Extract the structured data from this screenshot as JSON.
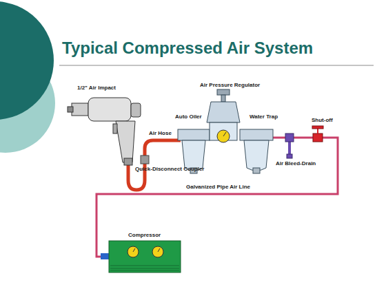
{
  "diagram": {
    "title": "Typical Compressed Air System",
    "labels": [
      "1/2\" Air Impact",
      "Air Pressure Regulator",
      "Auto Oiler",
      "Water Trap",
      "Shut-off",
      "Air Hose",
      "Air Bleed-Drain",
      "Quick-Disconnect Coupler",
      "Galvanized Pipe Air Line",
      "Compressor"
    ]
  }
}
